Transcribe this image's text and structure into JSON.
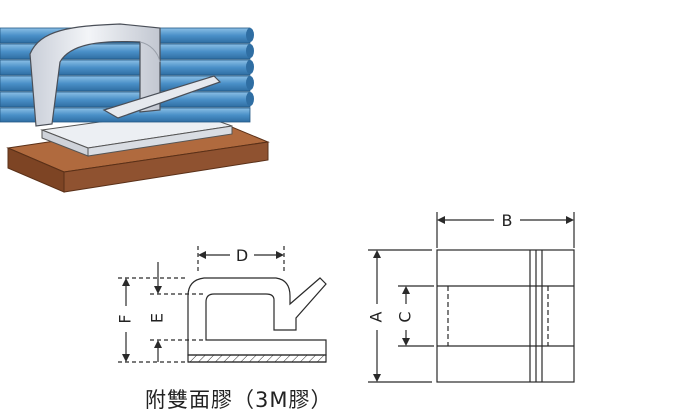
{
  "dimension_labels": {
    "a": "A",
    "b": "B",
    "c": "C",
    "d": "D",
    "e": "E",
    "f": "F"
  },
  "caption": "附雙面膠（3M膠）",
  "colors": {
    "cable": "#4a90c8",
    "cable_highlight": "#8cc0e6",
    "clip": "#e3e6ec",
    "base_board": "#9a5a33",
    "line": "#2a2a2a"
  }
}
